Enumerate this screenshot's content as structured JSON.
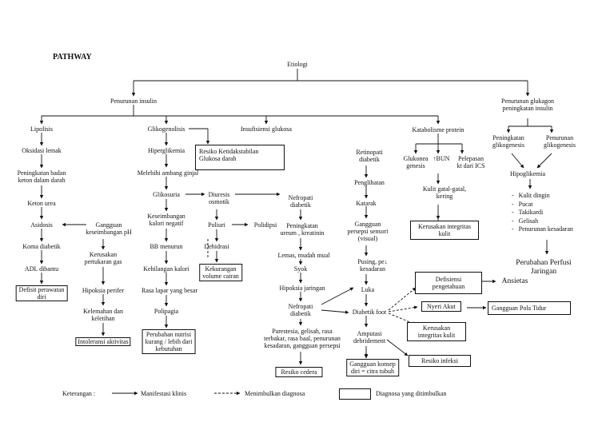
{
  "title": "PATHWAY",
  "etiologi": "Etiologi",
  "penurunan_insulin": "Penurunan insulin",
  "penurunan_glukagon": [
    "Penurunan glukagon",
    "peningkatan insulin"
  ],
  "col1": {
    "lipolisis": "Lipolisis",
    "oksidasi": "Oksidasi lemak",
    "keton": [
      "Peningkatan badan",
      "keton dalam darah"
    ],
    "ketonurea": "Keton urea",
    "asidosis": "Asidosis",
    "koma": "Koma diabetik",
    "adl": "ADL dibantu",
    "defisit": [
      "Defisit perawatan",
      "diri"
    ],
    "gangguan_ph": [
      "Gangguan",
      "keseimbangan pH"
    ],
    "kerusakan_gas": [
      "Kerusakan",
      "pertukaran gas"
    ],
    "hipoksia": "Hipoksia perifer",
    "kelemahan": [
      "Kelemahan dan",
      "keletihan"
    ],
    "intoleransi": "Intoleransi aktivitas"
  },
  "col2": {
    "glikogenolisis": "Glikogenolisis",
    "hiperglikemia": "Hiperglikemia",
    "resiko_ketidakstabilan": [
      "Resiko Ketidakstabilan",
      "Glukosa darah"
    ],
    "melebihi": "Melebihi ambang ginjal",
    "glikosuria": "Glikosuria",
    "diuresis": [
      "Diuresis",
      "osmotik"
    ],
    "keseimbangan_kalori": [
      "Keseimbangan",
      "kalori negatif"
    ],
    "poliuri": "Poliuri",
    "polidipsi": "Polidipsi",
    "bb": "BB menurun",
    "dehidrasi": "Dehidrasi",
    "kehilangan_kalori": "Kehilangan kalori",
    "kekurangan_volume": [
      "Kekurangan",
      "volume cairan"
    ],
    "rasa_lapar": "Rasa lapar yang besar",
    "polipagia": "Polipagia",
    "perubahan_nutrisi": [
      "Perubahan nutrisi",
      "kurang / lebih dari",
      "kebutuhan"
    ]
  },
  "col3": {
    "insufisiensi": "Insufisiensi glukosa",
    "nefropati_top": [
      "Nefropati",
      "diabetik"
    ],
    "peningkatan_ureum": [
      "Peningkatan",
      "ureum , kreatinin"
    ],
    "lemas": "Lemas, mudah mual",
    "syok": "Syok",
    "hipoksia_jaringan": "Hipoksia jaringan",
    "nefropati_bot": [
      "Nefropati",
      "diabetik"
    ],
    "parestesia": [
      "Parestesia, gelisah, rasa",
      "terbakar, rasa baal, penurunan",
      "kesadaran, gangguan persepsi"
    ],
    "resiko_cedera": "Resiko cedera"
  },
  "col4": {
    "retinopati": [
      "Retinopati",
      "diabetik"
    ],
    "penglihatan": "Penglihatan",
    "katarak": "Katarak",
    "gangguan_persepsi": [
      "Gangguan",
      "persepsi sensori",
      "(visual)"
    ],
    "pusing": [
      "Pusing, pe↓",
      "kesadaran"
    ],
    "luka": "Luka",
    "diabetic_foot": "Diabetik foot",
    "amputasi": [
      "Amputasi",
      "debridement"
    ],
    "gangguan_konsep": [
      "Gangguan konsep",
      "diri = citra tubuh"
    ]
  },
  "col5": {
    "katabolisme": "Katabolisme protein",
    "glukoneo": [
      "Glukonea",
      "genesis"
    ],
    "bun": "↑BUN",
    "pelepasan": [
      "Pelepasan",
      "kt dari ICS"
    ],
    "kulit_gatal": [
      "Kulit gatal-gatal,",
      "kering"
    ],
    "kerusakan_integritas": [
      "Kerusakan integritas",
      "kulit"
    ],
    "defisiensi": [
      "Defisiensi",
      "pengetahuan"
    ],
    "nyeri": "Nyeri Akut",
    "gangguan_tidur": "Gangguan Pola Tidur",
    "kerusakan_integritas2": [
      "Kerusakan",
      "integritas kulit"
    ],
    "resiko_infeksi": "Resiko infeksi"
  },
  "col6": {
    "peningkatan_glikogenesis": [
      "Peningkatan",
      "glikogenesis"
    ],
    "penurunan_glikogenesis": [
      "Penurunan",
      "glikogenesis"
    ],
    "hipoglikemia": "Hipoglikemia",
    "symptoms": [
      "Kulit dingin",
      "Pucat",
      "Takikardi",
      "Gelisah",
      "Penurunan kesadaran"
    ],
    "perubahan_perfusi": [
      "Perubahan Perfusi",
      "Jaringan"
    ],
    "ansietas": "Ansietas"
  },
  "legend": {
    "keterangan": "Keterangan :",
    "manifestasi": "Manifestasi klinis",
    "menimbulkan": "Menimbulkan diagnosa",
    "diagnosa": "Diagnosa yang ditimbulkan"
  }
}
